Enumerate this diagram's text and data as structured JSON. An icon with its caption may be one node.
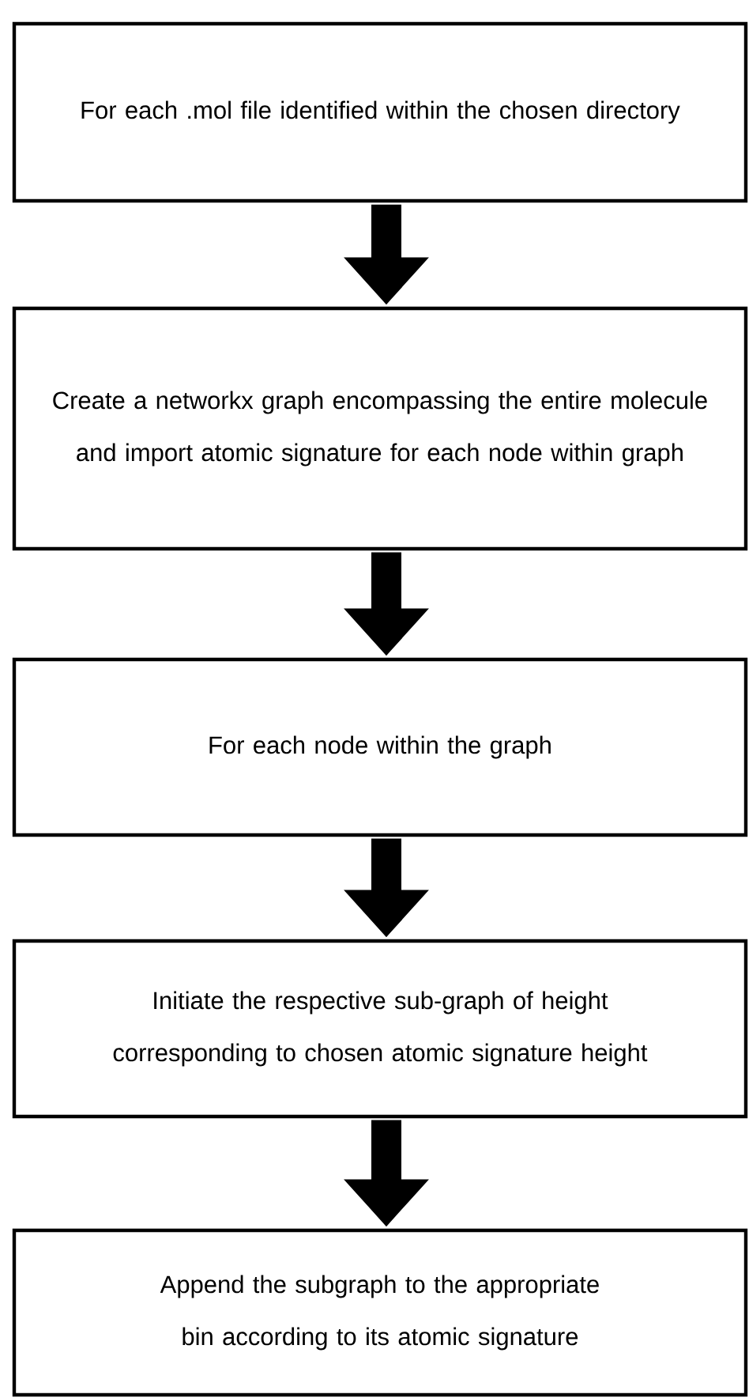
{
  "diagram": {
    "nodes": [
      {
        "text": [
          "For each .mol file identified within the chosen directory"
        ]
      },
      {
        "text": [
          "Create a networkx graph encompassing the entire molecule and import atomic signature for each node within graph"
        ]
      },
      {
        "text": [
          "For each node within the graph"
        ]
      },
      {
        "text": [
          "Initiate the respective sub-graph of height corresponding to chosen atomic signature height"
        ]
      },
      {
        "text": [
          "Append the subgraph to the appropriate bin according to its atomic signature"
        ]
      }
    ],
    "edges": [
      {
        "from": 0,
        "to": 1,
        "arrow": "to"
      },
      {
        "from": 1,
        "to": 2,
        "arrow": "to"
      },
      {
        "from": 2,
        "to": 3,
        "arrow": "to"
      },
      {
        "from": 3,
        "to": 4,
        "arrow": "to"
      }
    ]
  }
}
